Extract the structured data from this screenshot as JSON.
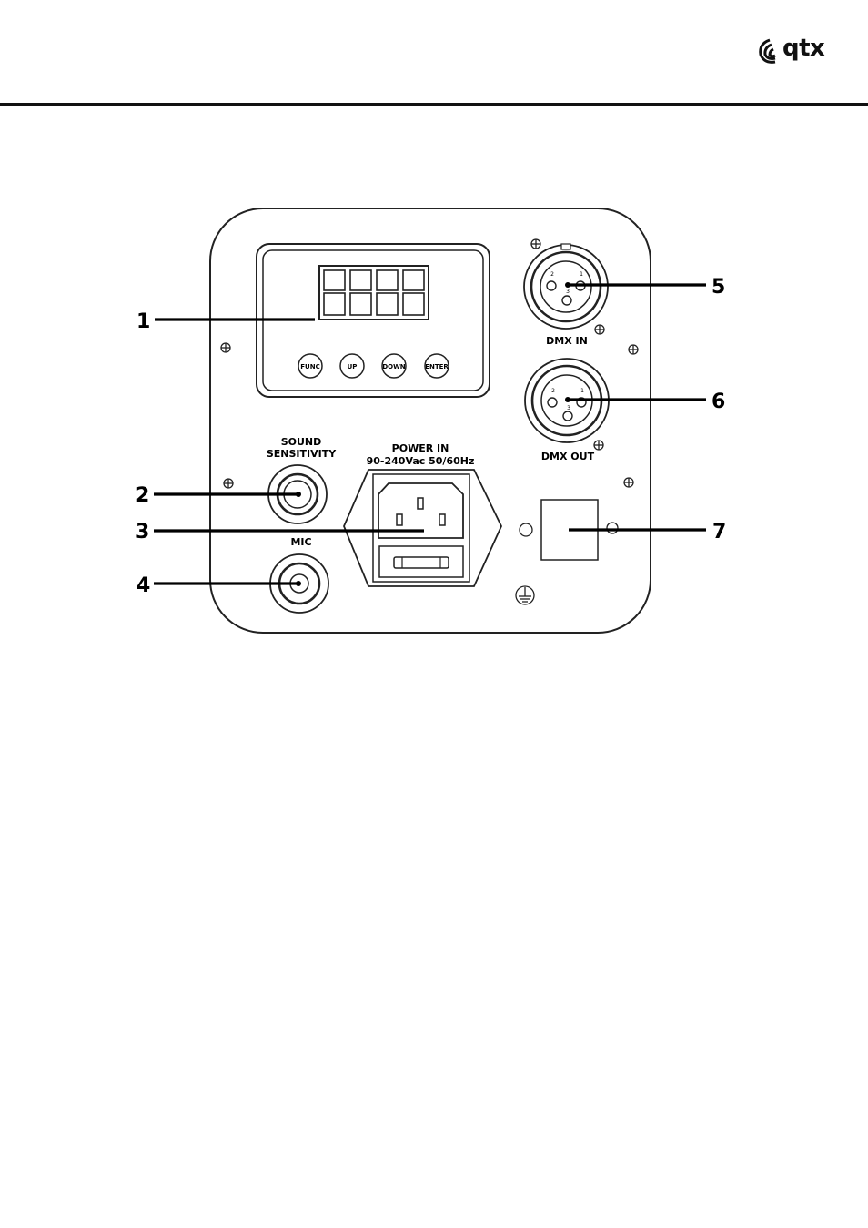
{
  "header": {
    "brand": "qtx"
  },
  "panel": {
    "buttons": [
      "FUNC",
      "UP",
      "DOWN",
      "ENTER"
    ],
    "sound_label_line1": "SOUND",
    "sound_label_line2": "SENSITIVITY",
    "mic_label": "MIC",
    "power_label_line1": "POWER IN",
    "power_label_line2": "90-240Vac 50/60Hz",
    "dmx_in_label": "DMX IN",
    "dmx_out_label": "DMX OUT",
    "xlr_pin_labels": [
      "2",
      "1",
      "3"
    ]
  },
  "callouts": [
    "1",
    "2",
    "3",
    "4",
    "5",
    "6",
    "7"
  ]
}
